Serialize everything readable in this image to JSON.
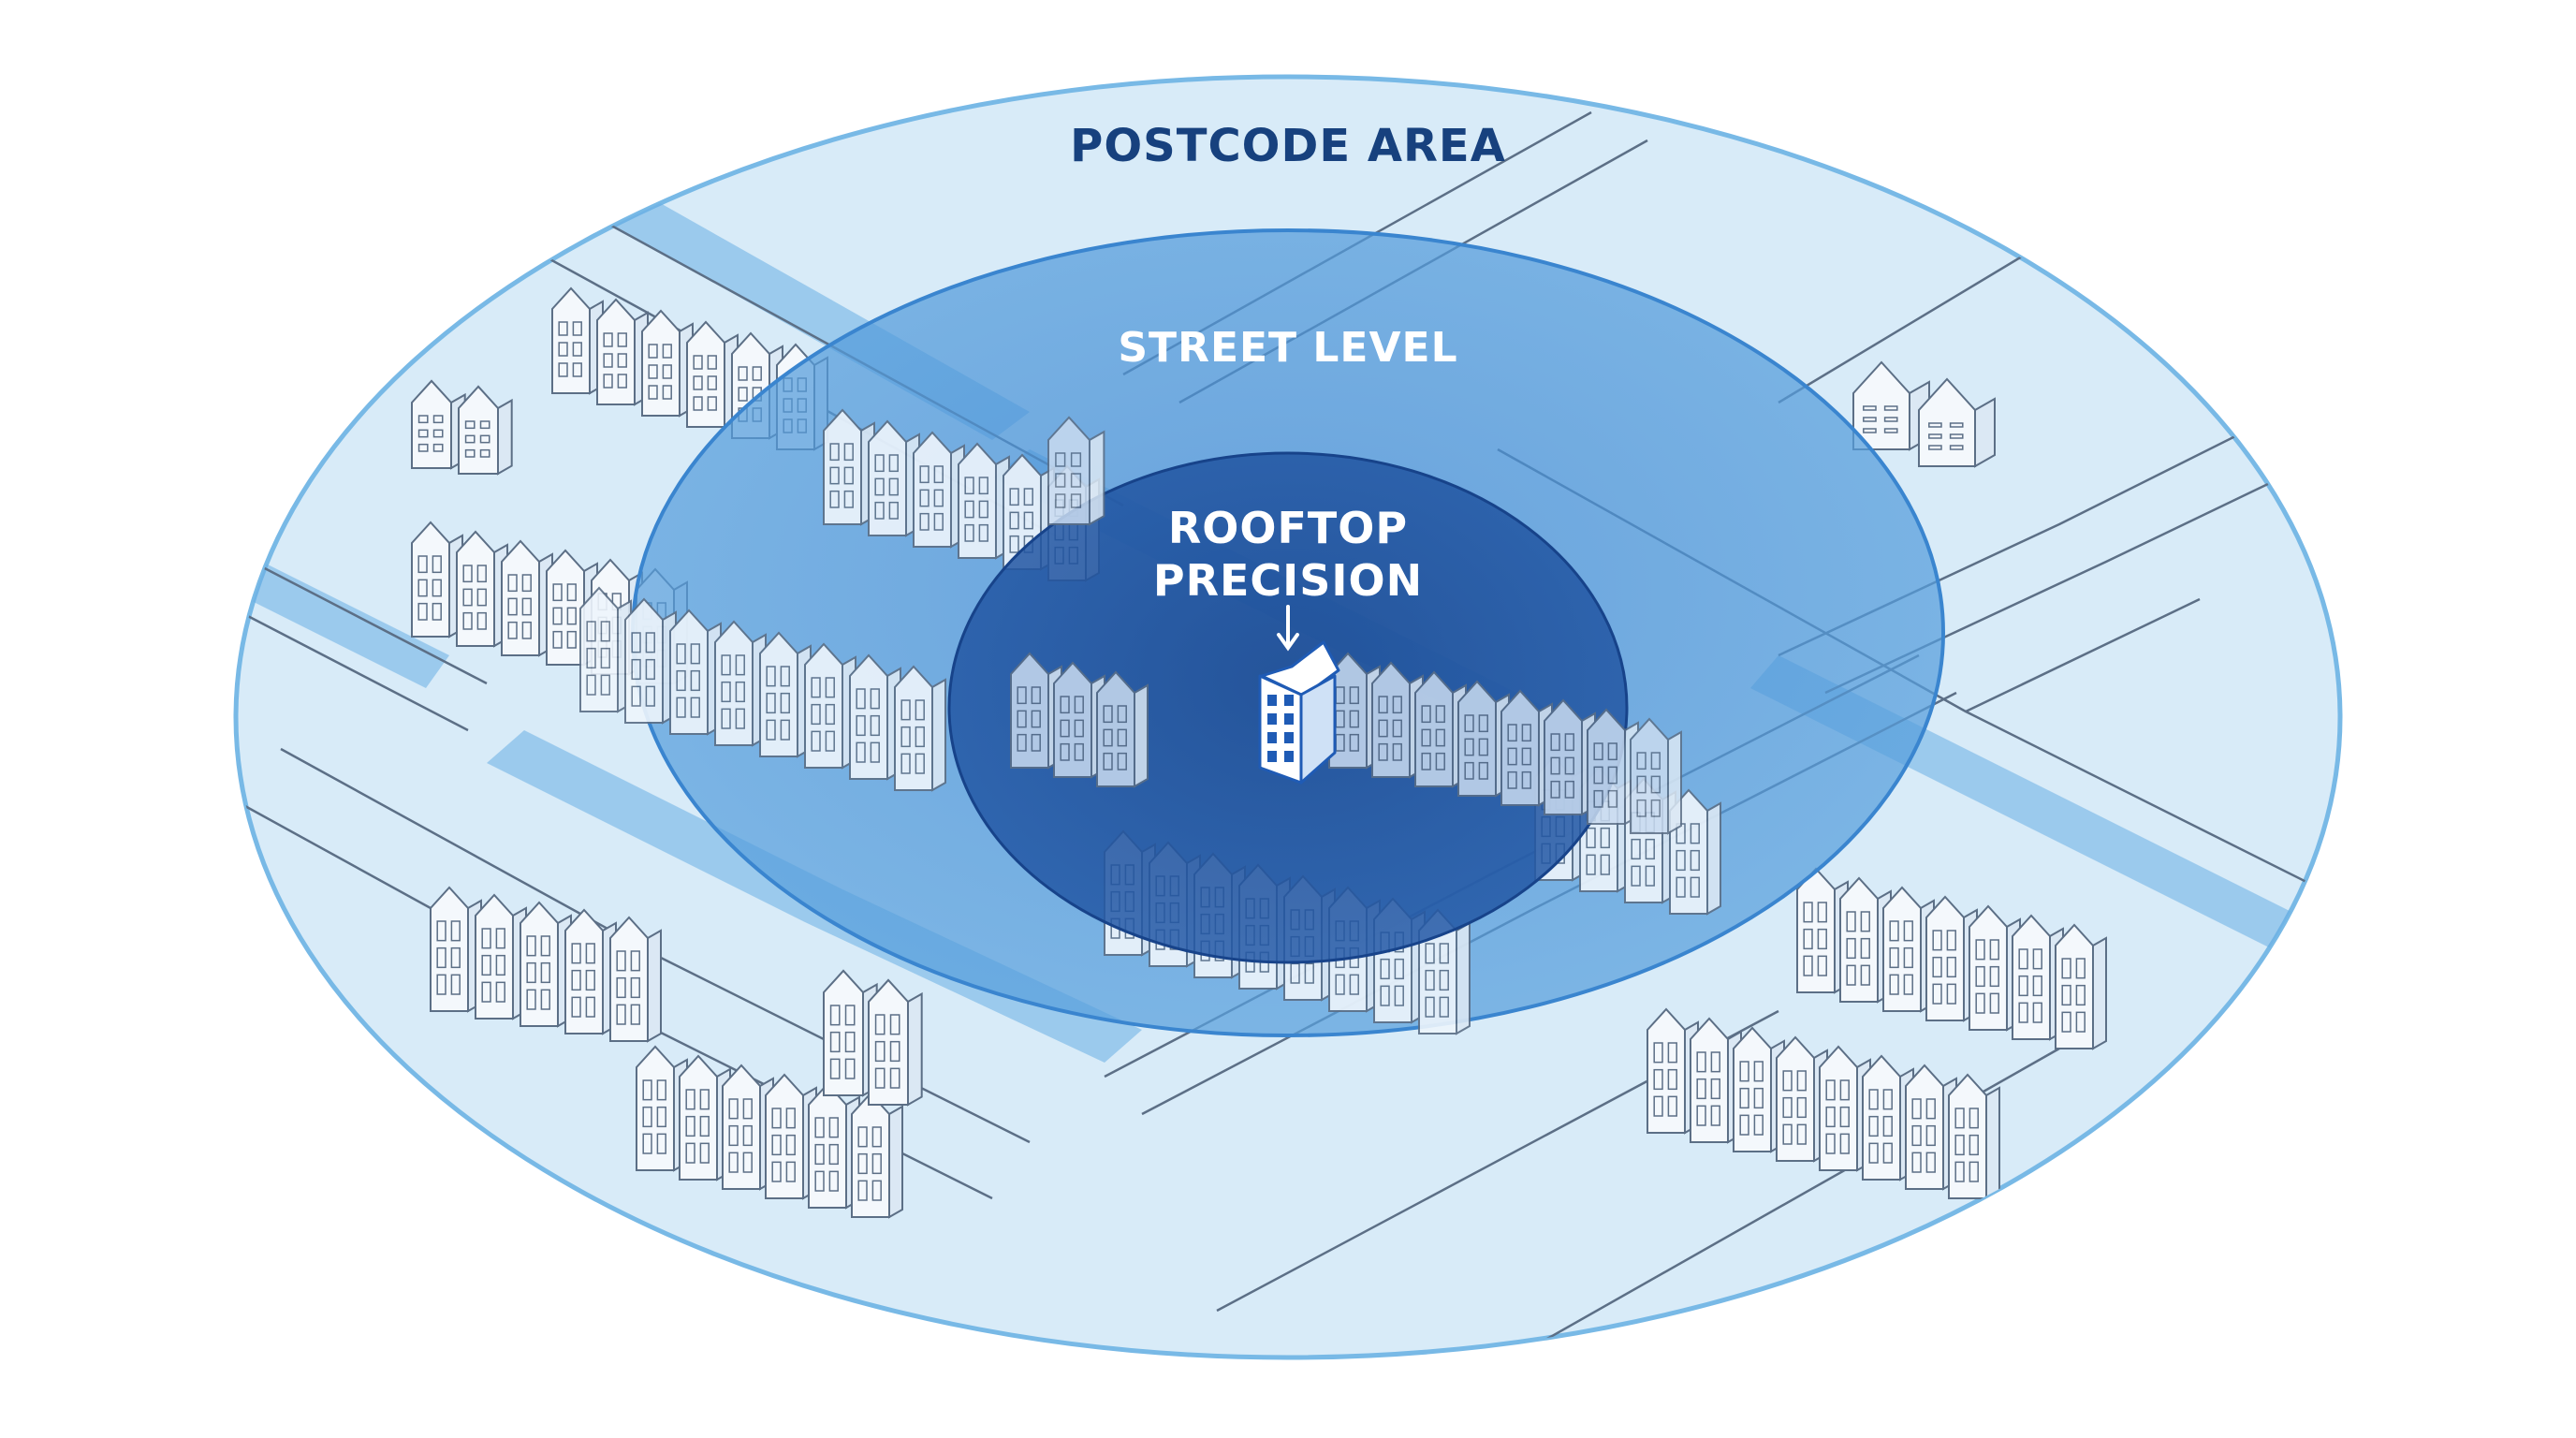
{
  "zones": {
    "postcode": {
      "label": "POSTCODE AREA",
      "fill": "#d8ebf8",
      "stroke": "#78b9e6"
    },
    "street": {
      "label": "STREET LEVEL",
      "fill": "#4f97d8",
      "stroke": "#3a85cf"
    },
    "rooftop": {
      "label_lines": [
        "ROOFTOP",
        "PRECISION"
      ],
      "fill": "#1d4f9c",
      "stroke": "#17438a"
    }
  },
  "colors": {
    "title": "#17417e",
    "canal": "#6aaee4",
    "line": "#5c6f86",
    "building": "#f4f8fc",
    "target_building": "#ffffff",
    "target_window": "#1f5bb5"
  },
  "icons": [
    "down-arrow-icon",
    "target-building-icon"
  ]
}
